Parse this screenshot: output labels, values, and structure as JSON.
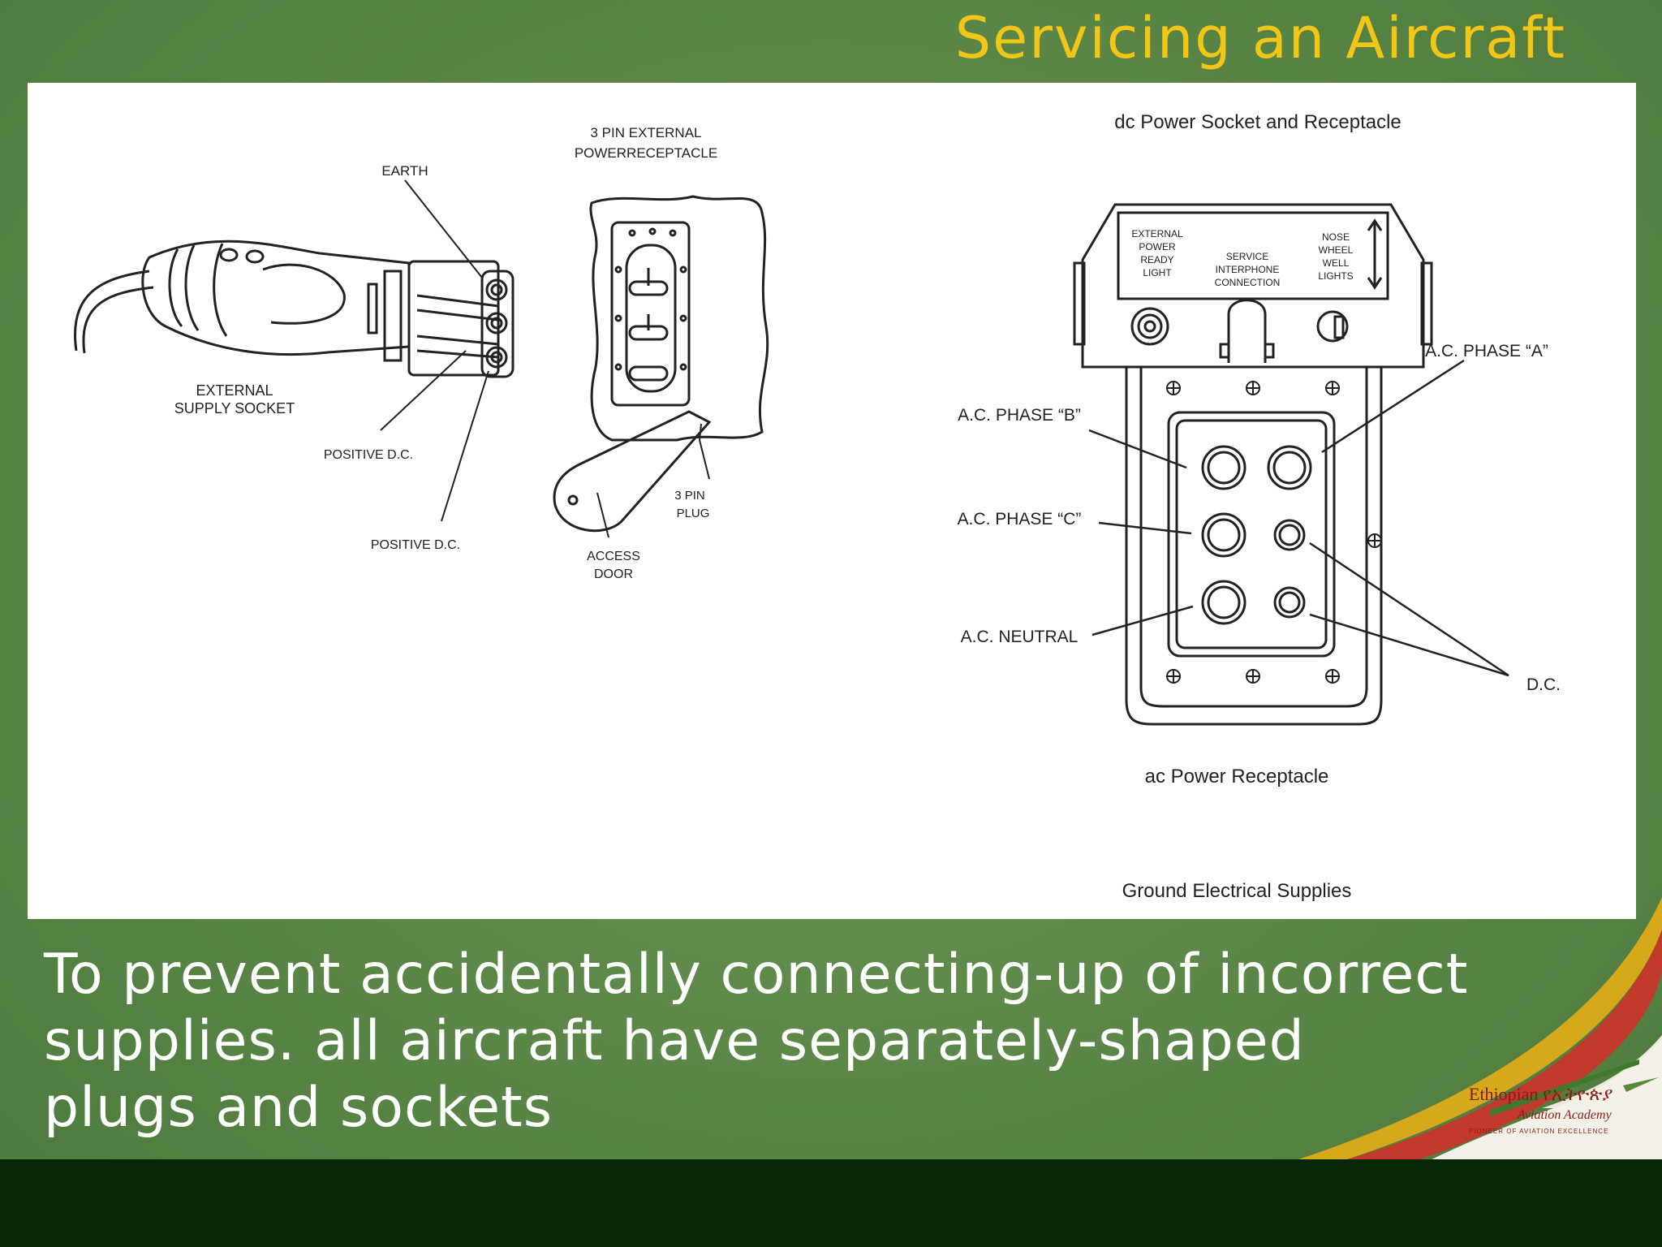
{
  "slide": {
    "title": "Servicing an Aircraft",
    "body_text": "To prevent accidentally connecting-up of incorrect supplies. all aircraft have separately-shaped plugs and sockets"
  },
  "figure": {
    "left_diagram": {
      "labels": {
        "earth": "EARTH",
        "receptacle_title_line1": "3 PIN EXTERNAL",
        "receptacle_title_line2": "POWERRECEPTACLE",
        "supply_socket_line1": "EXTERNAL",
        "supply_socket_line2": "SUPPLY SOCKET",
        "positive_dc_1": "POSITIVE D.C.",
        "positive_dc_2": "POSITIVE D.C.",
        "plug_line1": "3 PIN",
        "plug_line2": "PLUG",
        "access_door_line1": "ACCESS",
        "access_door_line2": "DOOR"
      }
    },
    "right_diagram": {
      "dc_caption": "dc Power Socket and Receptacle",
      "panel_labels": {
        "ext_power_1": "EXTERNAL",
        "ext_power_2": "POWER",
        "ext_power_3": "READY",
        "ext_power_4": "LIGHT",
        "service_1": "SERVICE",
        "service_2": "INTERPHONE",
        "service_3": "CONNECTION",
        "nose_1": "NOSE",
        "nose_2": "WHEEL",
        "nose_3": "WELL",
        "nose_4": "LIGHTS"
      },
      "phase_a": "A.C. PHASE “A”",
      "phase_b": "A.C. PHASE “B”",
      "phase_c": "A.C. PHASE “C”",
      "neutral": "A.C. NEUTRAL",
      "dc": "D.C.",
      "ac_caption": "ac Power Receptacle",
      "ground_caption": "Ground Electrical Supplies"
    }
  },
  "logo": {
    "line1": "Ethiopian የኢትዮጵያ",
    "line2": "Aviation Academy",
    "tagline": "PIONEER OF AVIATION EXCELLENCE"
  },
  "colors": {
    "title": "#f2c617",
    "background": "#5b8648",
    "bottom_band": "#052705",
    "body_text": "#ffffff"
  }
}
